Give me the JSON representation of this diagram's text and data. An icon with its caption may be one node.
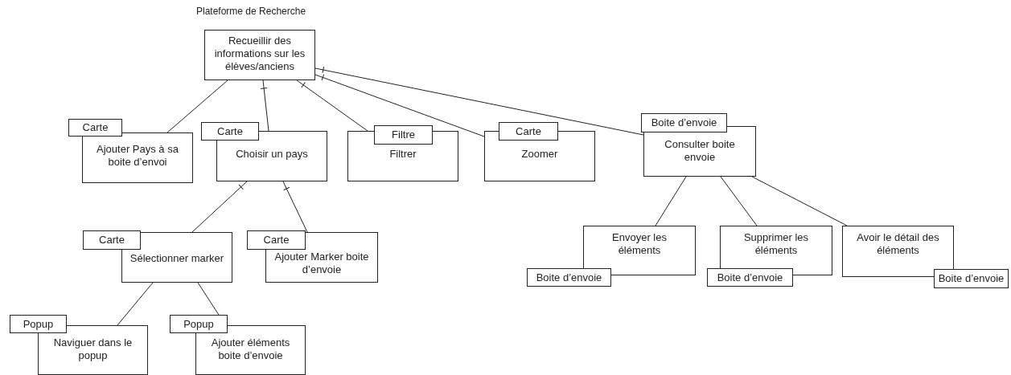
{
  "diagram": {
    "title": "Plateforme de Recherche",
    "nodes": [
      {
        "text": [
          "Recueillir des informations sur les élèves/anciens"
        ]
      },
      {
        "text": [
          "Ajouter Pays à sa boite d’envoi"
        ]
      },
      {
        "text": [
          "Carte"
        ]
      },
      {
        "text": [
          "Choisir un pays"
        ]
      },
      {
        "text": [
          "Carte"
        ]
      },
      {
        "text": [
          "Filtrer"
        ]
      },
      {
        "text": [
          "Filtre"
        ]
      },
      {
        "text": [
          "Zoomer"
        ]
      },
      {
        "text": [
          "Carte"
        ]
      },
      {
        "text": [
          "Consulter boite envoie"
        ]
      },
      {
        "text": [
          "Boite d’envoie"
        ]
      },
      {
        "text": [
          "Envoyer les éléments"
        ]
      },
      {
        "text": [
          "Boite d’envoie"
        ]
      },
      {
        "text": [
          "Supprimer les éléments"
        ]
      },
      {
        "text": [
          "Boite d’envoie"
        ]
      },
      {
        "text": [
          "Avoir le détail des éléments"
        ]
      },
      {
        "text": [
          "Boite d’envoie"
        ]
      },
      {
        "text": [
          "Sélectionner marker"
        ]
      },
      {
        "text": [
          "Carte"
        ]
      },
      {
        "text": [
          "Ajouter Marker boite d’envoie"
        ]
      },
      {
        "text": [
          "Carte"
        ]
      },
      {
        "text": [
          "Naviguer dans le popup"
        ]
      },
      {
        "text": [
          "Popup"
        ]
      },
      {
        "text": [
          "Ajouter éléments boite d’envoie"
        ]
      },
      {
        "text": [
          "Popup"
        ]
      }
    ],
    "edges": [
      {
        "from": 0,
        "to": 1,
        "arrow": "none"
      },
      {
        "from": 0,
        "to": 3,
        "arrow": "other"
      },
      {
        "from": 0,
        "to": 5,
        "arrow": "other"
      },
      {
        "from": 0,
        "to": 7,
        "arrow": "other"
      },
      {
        "from": 0,
        "to": 9,
        "arrow": "other"
      },
      {
        "from": 3,
        "to": 17,
        "arrow": "other"
      },
      {
        "from": 3,
        "to": 19,
        "arrow": "other"
      },
      {
        "from": 17,
        "to": 21,
        "arrow": "none"
      },
      {
        "from": 17,
        "to": 23,
        "arrow": "none"
      },
      {
        "from": 9,
        "to": 11,
        "arrow": "none"
      },
      {
        "from": 9,
        "to": 13,
        "arrow": "none"
      },
      {
        "from": 9,
        "to": 15,
        "arrow": "none"
      }
    ]
  }
}
